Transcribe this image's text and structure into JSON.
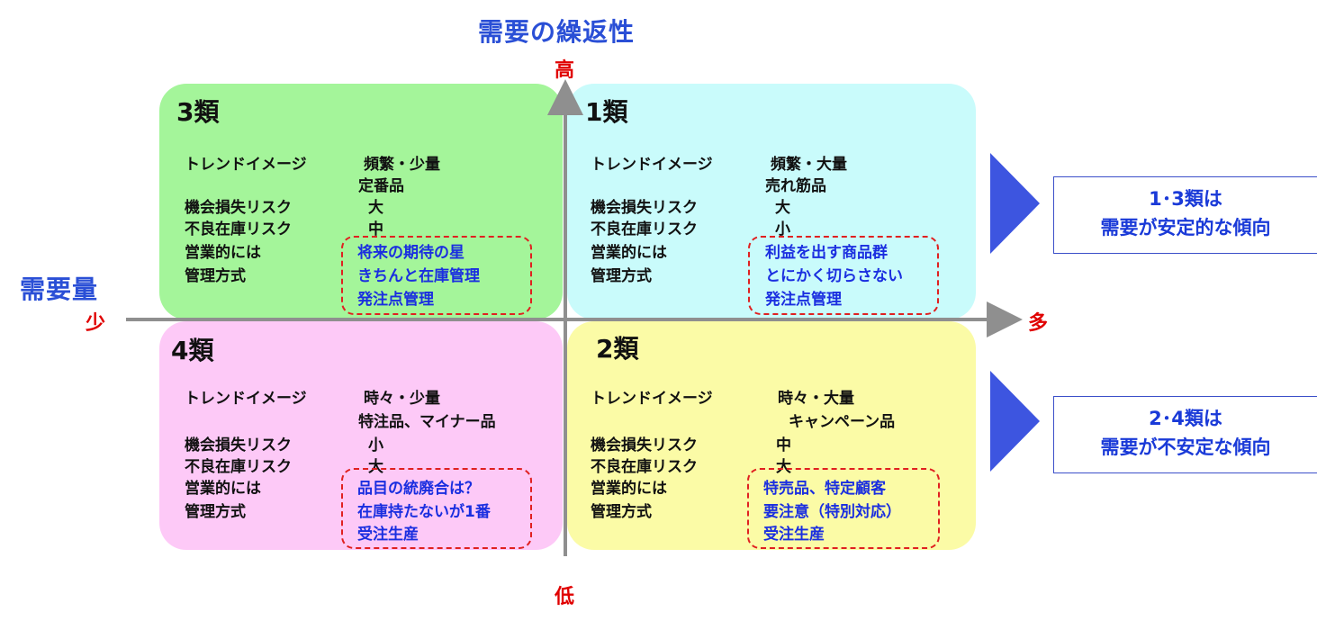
{
  "title_vertical": "需要の繰返性",
  "title_horizontal": "需要量",
  "axis": {
    "high": "高",
    "low": "低",
    "few": "少",
    "many": "多"
  },
  "colors": {
    "q3": "#a4f59a",
    "q1": "#c9fbfb",
    "q4": "#fdc9f7",
    "q2": "#fbfba6",
    "axis": "#8f8f8f",
    "arrow": "#3d55e0"
  },
  "labels": {
    "trend": "トレンドイメージ",
    "loss_risk": "機会損失リスク",
    "stock_risk": "不良在庫リスク",
    "sales": "営業的には",
    "mgmt": "管理方式"
  },
  "quadrants": {
    "q3": {
      "title": "3類",
      "trend": "頻繁・少量",
      "trend2": "定番品",
      "loss_risk": "大",
      "stock_risk": "中",
      "sales": "将来の期待の星",
      "mgmt": "きちんと在庫管理",
      "extra": "発注点管理"
    },
    "q1": {
      "title": "1類",
      "trend": "頻繁・大量",
      "trend2": "売れ筋品",
      "loss_risk": "大",
      "stock_risk": "小",
      "sales": "利益を出す商品群",
      "mgmt": "とにかく切らさない",
      "extra": "発注点管理"
    },
    "q4": {
      "title": "4類",
      "trend": "時々・少量",
      "trend2": "特注品、マイナー品",
      "loss_risk": "小",
      "stock_risk": "大",
      "sales": "品目の統廃合は？",
      "mgmt": "在庫持たないが1番",
      "extra": "受注生産"
    },
    "q2": {
      "title": "2類",
      "trend": "時々・大量",
      "trend2": "キャンペーン品",
      "loss_risk": "中",
      "stock_risk": "大",
      "sales": "特売品、特定顧客",
      "mgmt": "要注意（特別対応）",
      "extra": "受注生産"
    }
  },
  "callouts": {
    "top": {
      "line1": "1･3類は",
      "line2": "需要が安定的な傾向"
    },
    "bottom": {
      "line1": "2･4類は",
      "line2": "需要が不安定な傾向"
    }
  }
}
